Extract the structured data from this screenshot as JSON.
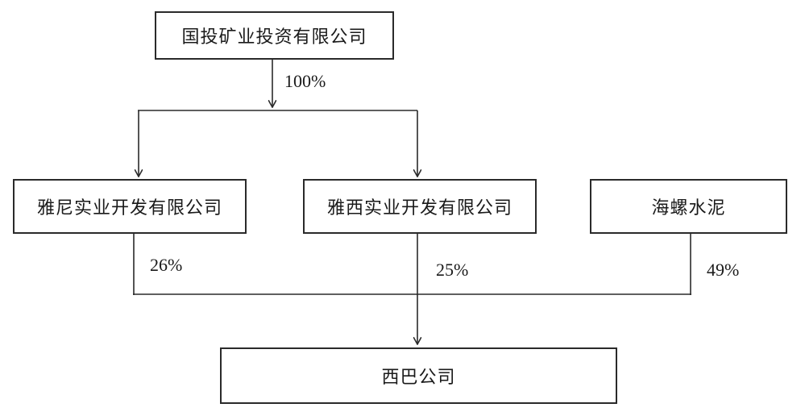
{
  "nodes": {
    "parent": "国投矿业投资有限公司",
    "yani": "雅尼实业开发有限公司",
    "yaxi": "雅西实业开发有限公司",
    "hailuo": "海螺水泥",
    "xiba": "西巴公司"
  },
  "percentages": {
    "parent_to_subs": "100%",
    "yani": "26%",
    "yaxi": "25%",
    "hailuo": "49%"
  }
}
